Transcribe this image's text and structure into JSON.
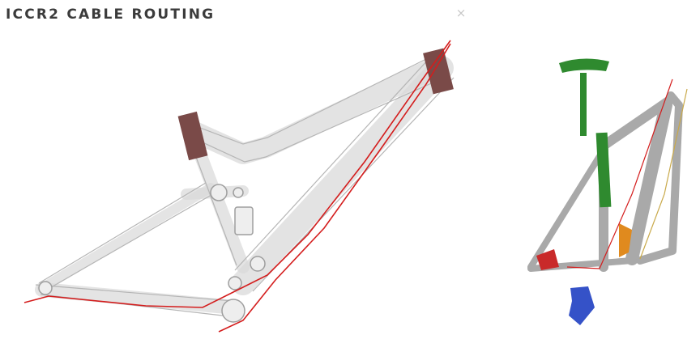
{
  "modal": {
    "title": "ICCR2 CABLE ROUTING",
    "close_glyph": "×",
    "close_icon": "close-icon"
  },
  "images": {
    "full_suspension_frame": "frame-routing-illustration",
    "hardtail_frame": "hardtail-routing-illustration"
  },
  "colors": {
    "title": "#3b3b3b",
    "close": "#c7c7c7",
    "frame": "#dcdcdc",
    "frame_outline": "#b8b8b8",
    "cable_red": "#d41d1d",
    "component_dark_red": "#7a4a48",
    "seatpost_green": "#2f8a2f",
    "derailleur_blue": "#3552c8",
    "caliper_orange": "#e08a1e",
    "dark_frame": "#8e8e8e"
  }
}
